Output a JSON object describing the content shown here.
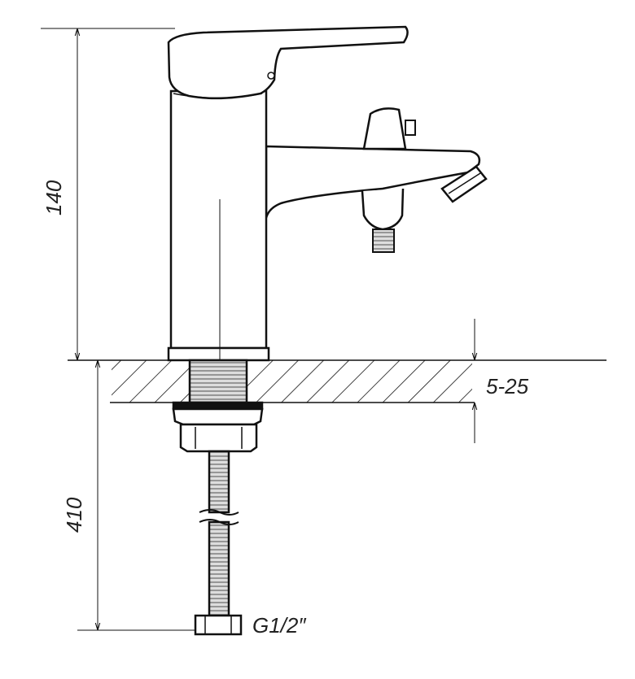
{
  "drawing": {
    "dimensions": {
      "height_above_counter": "140",
      "counter_thickness": "5-25",
      "hose_length": "410",
      "connection_thread": "G1/2″"
    },
    "colors": {
      "line": "#111111",
      "background": "#ffffff"
    }
  }
}
